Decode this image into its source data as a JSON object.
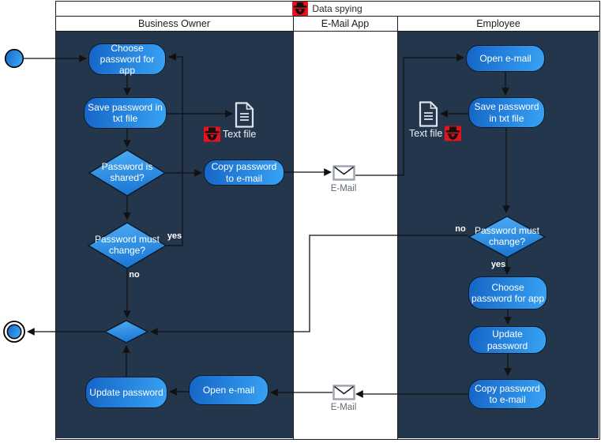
{
  "title": {
    "label": "Data spying"
  },
  "lanes": {
    "business_owner": "Business Owner",
    "email_app": "E-Mail App",
    "employee": "Employee"
  },
  "business_owner": {
    "choose_password": "Choose password for app",
    "save_password": "Save password in txt file",
    "text_file_label": "Text file",
    "password_shared": "Password is shared?",
    "copy_password": "Copy password to e-mail",
    "password_must_change": "Password must change?",
    "yes_label": "yes",
    "no_label": "no",
    "update_password": "Update password",
    "open_email": "Open e-mail"
  },
  "email_app": {
    "email_top_label": "E-Mail",
    "email_bottom_label": "E-Mail"
  },
  "employee": {
    "open_email": "Open e-mail",
    "save_password": "Save password in txt file",
    "text_file_label": "Text file",
    "password_must_change": "Password must change?",
    "yes_label": "yes",
    "no_label": "no",
    "choose_password": "Choose password for app",
    "update_password": "Update password",
    "copy_password": "Copy password to e-mail"
  },
  "colors": {
    "lane_dark": "#24364c",
    "node_gradient_start": "#1565c6",
    "node_gradient_end": "#38a3f4",
    "diamond_gradient_start": "#4fadf5",
    "diamond_gradient_end": "#1b79d6",
    "spy_icon_red": "#e8111c",
    "edge": "#111111"
  }
}
